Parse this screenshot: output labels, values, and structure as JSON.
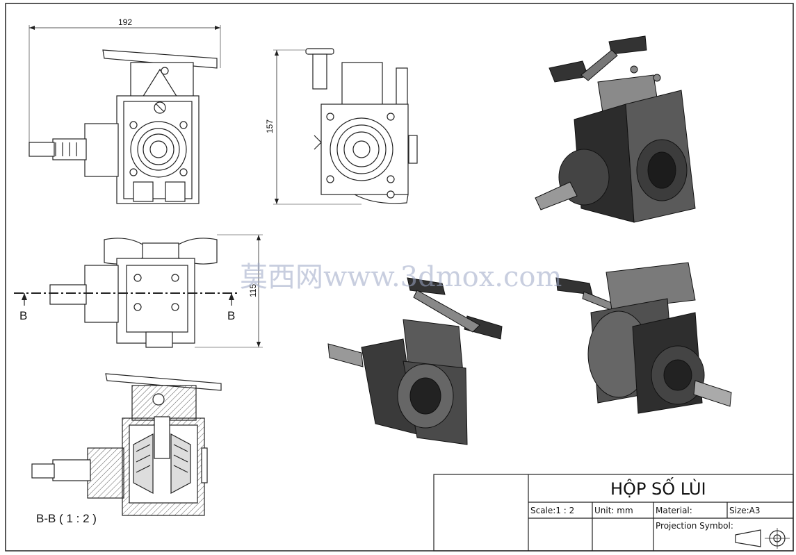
{
  "title_block": {
    "title": "HỘP SỐ LÙI",
    "scale": "Scale:1 : 2",
    "unit": "Unit: mm",
    "material": "Material:",
    "size": "Size:A3",
    "projection": "Projection Symbol:"
  },
  "dimensions": {
    "width_top": "192",
    "height_side": "157",
    "height_mid": "115"
  },
  "section": {
    "marker_left": "B",
    "marker_right": "B",
    "caption": "B-B ( 1 : 2 )"
  },
  "watermark": "莫西网www.3dmox.com"
}
